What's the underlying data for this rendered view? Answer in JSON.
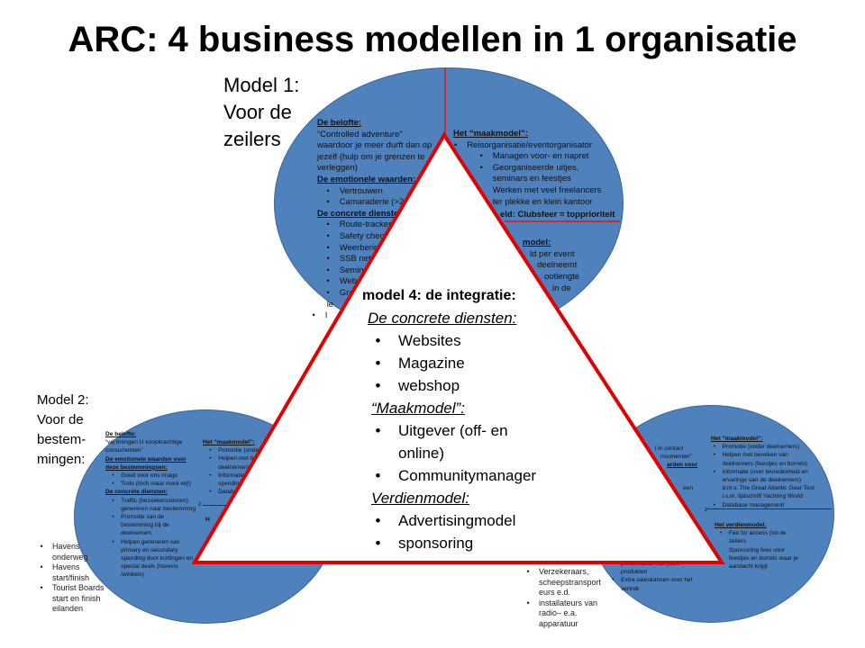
{
  "title": "ARC: 4 business modellen in 1 organisatie",
  "model1": {
    "label": [
      "Model 1:",
      "Voor de",
      "zeilers"
    ],
    "left": {
      "belofte_h": "De belofte:",
      "belofte": [
        "“Controlled adventure”",
        "waardoor je meer durft dan op",
        "jezelf (hulp om je grenzen te",
        "verleggen)"
      ],
      "emo_h": "De emotionele waarden:",
      "emo": [
        "Vertrouwen",
        "Camaraderie (>20"
      ],
      "diensten_h": "De concrete diensten:",
      "diensten": [
        "Route-tracker",
        "Safety check",
        "Weerbericht",
        "SSB net",
        "Seminar",
        "Website",
        "Grat",
        "le",
        "I"
      ]
    },
    "right": {
      "maak_h": "Het “maakmodel”:",
      "maak": "Reisorganisatie/eventorganisator",
      "maak_sub": [
        "Managen voor- en napret",
        "Georganiseerde uitjes,",
        "seminars  en feestjes",
        "Werken  met veel freelancers",
        "ter plekke en klein kantoor"
      ],
      "maak_footer": "eld: Clubsfeer = topprioriteit",
      "verdien_h": "model:",
      "verdien": [
        "ld per event",
        "deelneemt",
        "ootlengte",
        "in de"
      ]
    }
  },
  "model2": {
    "label": [
      "Model 2:",
      "Voor de",
      "bestem-",
      "mingen:"
    ],
    "left": {
      "belofte_h": "De belofte:",
      "belofte": [
        "“wij brengen U koopkrachtige",
        "consumenten”"
      ],
      "emo_h": [
        "De emotionele waarden voor",
        "deze  bestemmingsen:"
      ],
      "emo": [
        "Goed voor ons imago",
        "Trots (toch maar mooi wij!)"
      ],
      "diensten_h": "De concrete diensten:",
      "diensten": [
        [
          "Traffic (bezoekersstroom)",
          "genereren  naar bestemming"
        ],
        [
          "Promotie van de",
          "bestemming bij de",
          "deelnemers"
        ],
        [
          "Helpen genereren van",
          "primary en secundary",
          "spending door kortingen en",
          "special deals  (havens",
          "/winkels)"
        ]
      ]
    },
    "right": {
      "maak_h": "Het “maakmodel”:",
      "maak": [
        "Promotie (onde",
        "Helpen met be",
        "Informatie",
        "Databa"
      ],
      "maak_cont": [
        "deelnemers",
        "spending"
      ],
      "z": "z",
      "h": "H"
    },
    "list": [
      [
        "Havens",
        "onderweg"
      ],
      [
        "Havens",
        "start/finish"
      ],
      [
        "Tourist Boards",
        "start en finish",
        "eilanden"
      ]
    ]
  },
  "model3": {
    "left": [
      "l in contact",
      "nsumenten”",
      "arden voor",
      "een"
    ],
    "left_bottom": [
      "performance van jouw",
      "produkten"
    ],
    "left_bottom2": [
      "Extra saleskansen  voor het",
      "vertrek"
    ],
    "right": {
      "maak_h": "Het “maakmodel”:",
      "maak": [
        [
          "Promotie (onder deelnemers)"
        ],
        [
          "Helpen met bereiken  van",
          "deelnemers  (feestjes en borrels)"
        ],
        [
          "Informatie (over tevredenheid  en",
          "ervaringe  van de deelnemers)",
          "d.m.v. The Great Atlantic Gear Test",
          "i.s.m. tijdschrift  Yachting World"
        ],
        [
          "Database management"
        ]
      ],
      "z": "z",
      "verdien_h": "Het verdienmodel:",
      "verdien": [
        [
          "Fee for access (tot de",
          "zeilers"
        ]
      ],
      "verdien_more": [
        "Sponsoring fees voor",
        "feestjes en borrels waar je",
        "aandacht krijgt"
      ]
    },
    "list": [
      [
        "Verzekeraars,",
        "scheepstransport",
        "eurs e.d."
      ],
      [
        "installateurs van",
        "radio– e.a.",
        "apparatuur"
      ]
    ]
  },
  "model4": {
    "title": "model 4: de integratie:",
    "diensten_h": "De concrete diensten:",
    "diensten": [
      "Websites",
      "Magazine",
      "webshop"
    ],
    "maak_h": "“Maakmodel”:",
    "maak": [
      "Uitgever  (off- en",
      "online)",
      "Communitymanager"
    ],
    "verdien_h": "Verdienmodel:",
    "verdien": [
      "Advertisingmodel",
      "sponsoring"
    ]
  },
  "colors": {
    "circle": "#4f81bd",
    "triangle_stroke": "#e00000"
  }
}
